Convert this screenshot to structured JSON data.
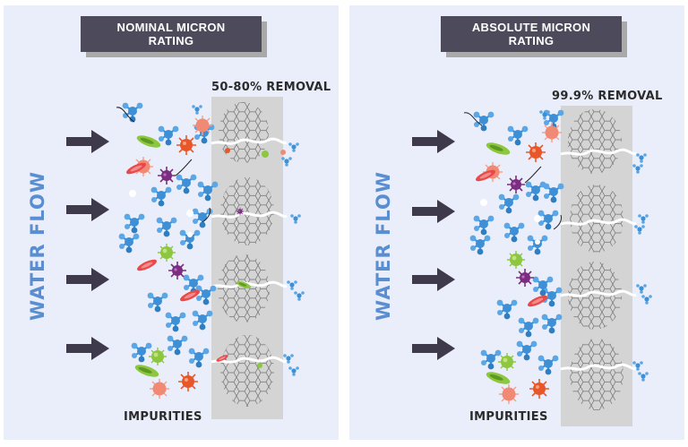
{
  "panels": {
    "nominal": {
      "title_line1": "NOMINAL MICRON",
      "title_line2": "RATING",
      "removal": "50-80% REMOVAL",
      "side_label": "WATER FLOW",
      "impurities_label": "IMPURITIES"
    },
    "absolute": {
      "title_line1": "ABSOLUTE MICRON",
      "title_line2": "RATING",
      "removal": "99.9% REMOVAL",
      "side_label": "WATER FLOW",
      "impurities_label": "IMPURITIES"
    }
  },
  "colors": {
    "panel_bg": "#e9eefa",
    "title_bg": "#4d4a5b",
    "title_shadow": "#a9a9a9",
    "filter": "#d4d4d4",
    "arrow": "#3f3a4b",
    "water_molecule": "#3d8fd6",
    "water_flow_text": "#5a8ed0",
    "bacteria_red": "#e8572a",
    "virus_purple": "#7b2e80",
    "cell_green": "#8dc63f",
    "pathogen_pink": "#f7a08c"
  },
  "icons": [
    "flow-arrow-icon",
    "water-molecule-icon",
    "virus-icon",
    "bacteria-icon",
    "green-microbe-icon",
    "graphene-mesh-icon"
  ]
}
